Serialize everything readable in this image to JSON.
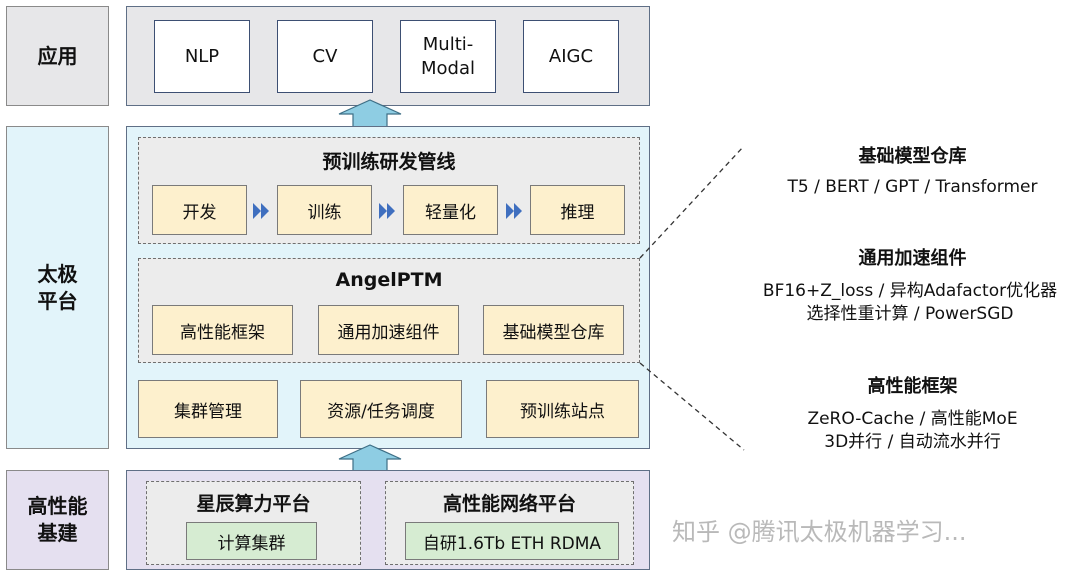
{
  "layers": {
    "app": "应用",
    "platform": "太极\n平台",
    "infra": "高性能\n基建"
  },
  "app_items": [
    "NLP",
    "CV",
    "Multi-\nModal",
    "AIGC"
  ],
  "pipeline": {
    "title": "预训练研发管线",
    "steps": [
      "开发",
      "训练",
      "轻量化",
      "推理"
    ]
  },
  "angelptm": {
    "title": "AngelPTM",
    "items": [
      "高性能框架",
      "通用加速组件",
      "基础模型仓库"
    ]
  },
  "platform_items": [
    "集群管理",
    "资源/任务调度",
    "预训练站点"
  ],
  "infra": {
    "compute": {
      "title": "星辰算力平台",
      "item": "计算集群"
    },
    "network": {
      "title": "高性能网络平台",
      "item": "自研1.6Tb ETH RDMA"
    }
  },
  "details": [
    {
      "title": "基础模型仓库",
      "text": "T5 / BERT / GPT / Transformer"
    },
    {
      "title": "通用加速组件",
      "text": "BF16+Z_loss / 异构Adafactor优化器\n选择性重计算 / PowerSGD"
    },
    {
      "title": "高性能框架",
      "text": "ZeRO-Cache / 高性能MoE\n3D并行 / 自动流水并行"
    }
  ],
  "watermark": "知乎 @腾讯太极机器学习...",
  "colors": {
    "app_bg": "#e7e7e9",
    "platform_bg": "#e2f4fa",
    "infra_bg": "#e5e0f0",
    "step_box": "#fdf0cd",
    "infra_item": "#d6ecd2",
    "arrow": "#8ecde3",
    "chevron": "#3f6fbf"
  }
}
